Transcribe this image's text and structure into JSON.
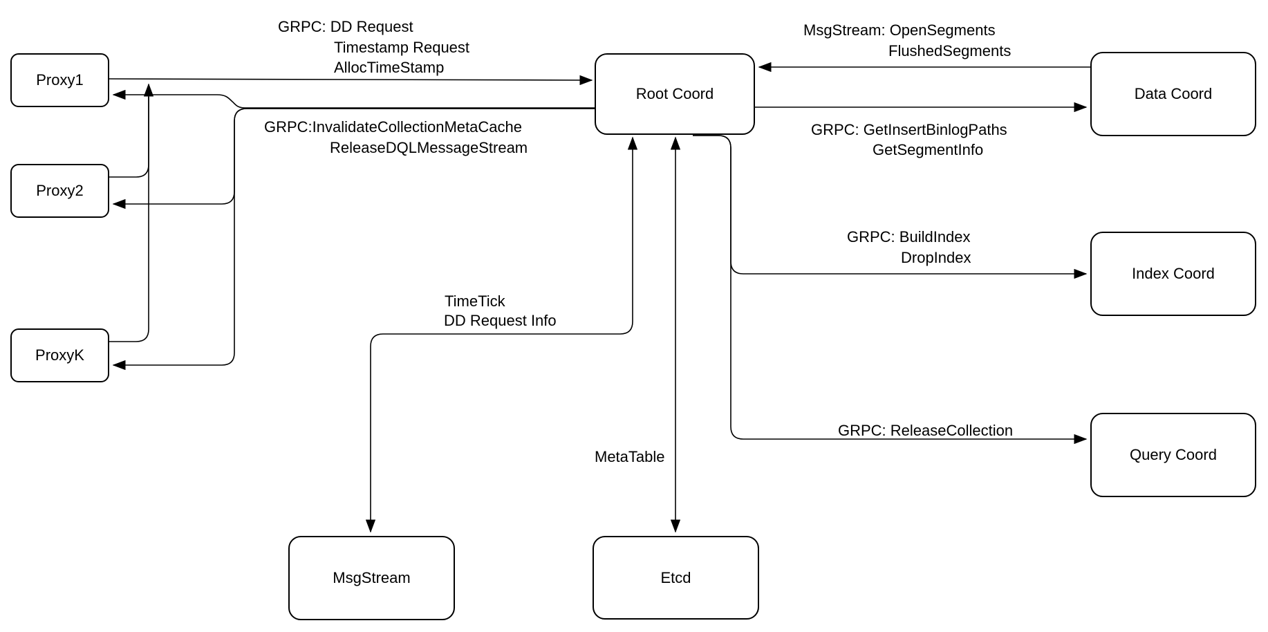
{
  "diagram": {
    "title": "Root Coord architecture diagram",
    "colors": {
      "background": "#ffffff",
      "stroke": "#000000",
      "box_fill": "#ffffff",
      "text": "#000000"
    },
    "nodes": {
      "proxy1": {
        "label": "Proxy1"
      },
      "proxy2": {
        "label": "Proxy2"
      },
      "proxyk": {
        "label": "ProxyK"
      },
      "root_coord": {
        "label": "Root Coord"
      },
      "data_coord": {
        "label": "Data Coord"
      },
      "index_coord": {
        "label": "Index Coord"
      },
      "query_coord": {
        "label": "Query Coord"
      },
      "msgstream": {
        "label": "MsgStream"
      },
      "etcd": {
        "label": "Etcd"
      }
    },
    "edge_labels": {
      "proxy_to_root": {
        "line1": "GRPC: DD Request",
        "line2": "Timestamp Request",
        "line3": "AllocTimeStamp"
      },
      "root_to_proxies": {
        "line1": "GRPC:InvalidateCollectionMetaCache",
        "line2": "ReleaseDQLMessageStream"
      },
      "data_to_root": {
        "line1": "MsgStream: OpenSegments",
        "line2": "FlushedSegments"
      },
      "root_to_data": {
        "line1": "GRPC: GetInsertBinlogPaths",
        "line2": "GetSegmentInfo"
      },
      "root_to_index": {
        "line1": "GRPC: BuildIndex",
        "line2": "DropIndex"
      },
      "root_to_query": {
        "line1": "GRPC: ReleaseCollection"
      },
      "root_to_msgstream": {
        "line1": "TimeTick",
        "line2": "DD Request Info"
      },
      "root_to_etcd": {
        "line1": "MetaTable"
      }
    }
  }
}
